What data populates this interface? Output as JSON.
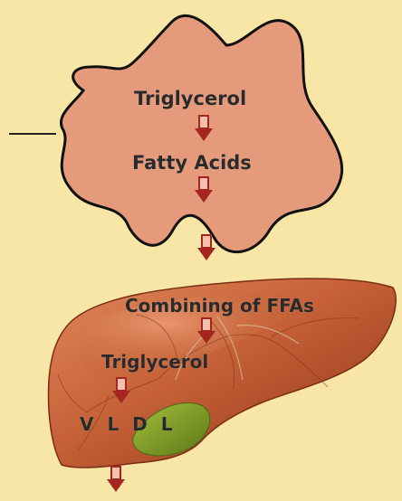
{
  "colors": {
    "background": "#f8e6a6",
    "adipocyte_fill": "#e59a7c",
    "outline": "#111111",
    "arrow_red": "#a5261e",
    "arrow_light": "#f6c0ae",
    "liver_body": "#c66138",
    "gallbladder": "#8fa72d",
    "label_text": "#2a2a2a"
  },
  "labels": {
    "triglycerol_top": "Triglycerol",
    "fatty_acids": "Fatty Acids",
    "combining_ffas": "Combining of FFAs",
    "triglycerol_liver": "Triglycerol",
    "vldl": "V L D L"
  },
  "icons": [
    "down-arrow-icon",
    "liver-illustration",
    "gallbladder-illustration",
    "adipocyte-shape"
  ]
}
